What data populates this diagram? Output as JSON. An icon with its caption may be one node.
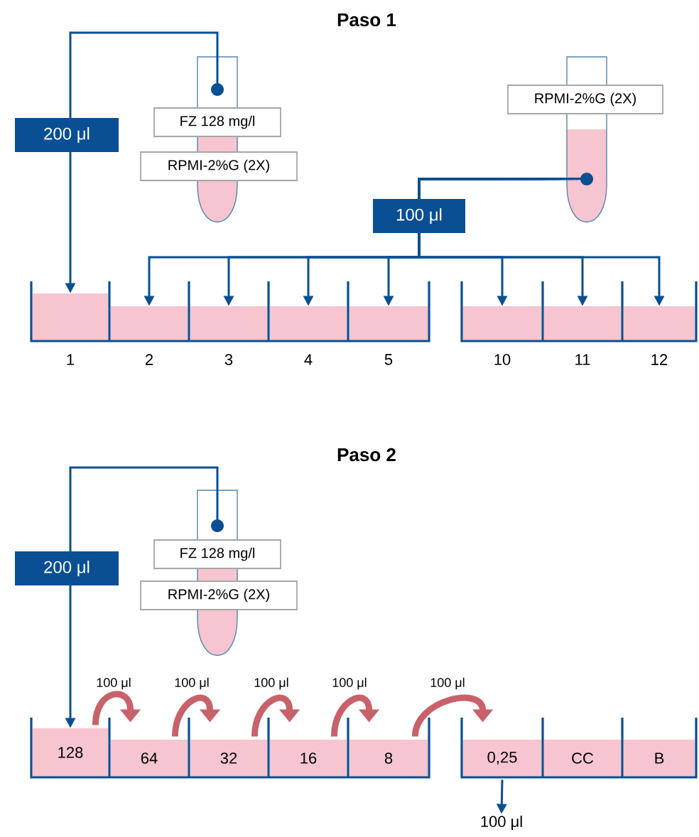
{
  "diagram": {
    "nodes": [
      {
        "text": [],
        "shape": "tube"
      },
      {
        "text": [
          "FZ 128 mg/l"
        ]
      },
      {
        "text": [
          "RPMI-2%G (2X)"
        ]
      },
      {
        "text": [],
        "shape": "tube"
      },
      {
        "text": [
          "RPMI-2%G (2X)"
        ]
      },
      {
        "text": [],
        "shape": "box",
        "beside": [
          "1"
        ]
      },
      {
        "text": [],
        "shape": "box",
        "beside": [
          "2"
        ]
      },
      {
        "text": [],
        "shape": "box",
        "beside": [
          "3"
        ]
      },
      {
        "text": [],
        "shape": "box",
        "beside": [
          "4"
        ]
      },
      {
        "text": [],
        "shape": "box",
        "beside": [
          "5"
        ]
      },
      {
        "text": [],
        "shape": "box",
        "beside": [
          "10"
        ]
      },
      {
        "text": [],
        "shape": "box",
        "beside": [
          "11"
        ]
      },
      {
        "text": [],
        "shape": "box",
        "beside": [
          "12"
        ]
      },
      {
        "text": [],
        "shape": "tube"
      },
      {
        "text": [
          "FZ 128 mg/l"
        ]
      },
      {
        "text": [
          "RPMI-2%G (2X)"
        ]
      },
      {
        "text": [
          "128"
        ]
      },
      {
        "text": [
          "64"
        ]
      },
      {
        "text": [
          "32"
        ]
      },
      {
        "text": [
          "16"
        ]
      },
      {
        "text": [
          "8"
        ]
      },
      {
        "text": [
          "0,25"
        ]
      },
      {
        "text": [
          "CC"
        ]
      },
      {
        "text": [
          "B"
        ]
      },
      {
        "text": [
          "100 μl"
        ]
      }
    ],
    "edges": [
      {
        "from": 0,
        "to": 5,
        "arrow": "to",
        "label": "200 μl"
      },
      {
        "from": 3,
        "to": 6,
        "arrow": "to",
        "label": "100 μl"
      },
      {
        "from": 3,
        "to": 7,
        "arrow": "to"
      },
      {
        "from": 3,
        "to": 8,
        "arrow": "to"
      },
      {
        "from": 3,
        "to": 9,
        "arrow": "to"
      },
      {
        "from": 3,
        "to": 10,
        "arrow": "to"
      },
      {
        "from": 3,
        "to": 11,
        "arrow": "to"
      },
      {
        "from": 3,
        "to": 12,
        "arrow": "to"
      },
      {
        "from": 13,
        "to": 16,
        "arrow": "to",
        "label": "200 μl"
      },
      {
        "from": 16,
        "to": 17,
        "arrow": "to",
        "label": "100 μl",
        "style": "thick",
        "color": "#c9616b"
      },
      {
        "from": 17,
        "to": 18,
        "arrow": "to",
        "label": "100 μl",
        "style": "thick",
        "color": "#c9616b"
      },
      {
        "from": 18,
        "to": 19,
        "arrow": "to",
        "label": "100 μl",
        "style": "thick",
        "color": "#c9616b"
      },
      {
        "from": 19,
        "to": 20,
        "arrow": "to",
        "label": "100 μl",
        "style": "thick",
        "color": "#c9616b"
      },
      {
        "from": 20,
        "to": 21,
        "arrow": "to",
        "label": "100 μl",
        "style": "thick",
        "color": "#c9616b"
      },
      {
        "from": 21,
        "to": 24,
        "arrow": "to"
      }
    ],
    "labels": [
      "Paso 1",
      "Paso 2"
    ]
  }
}
